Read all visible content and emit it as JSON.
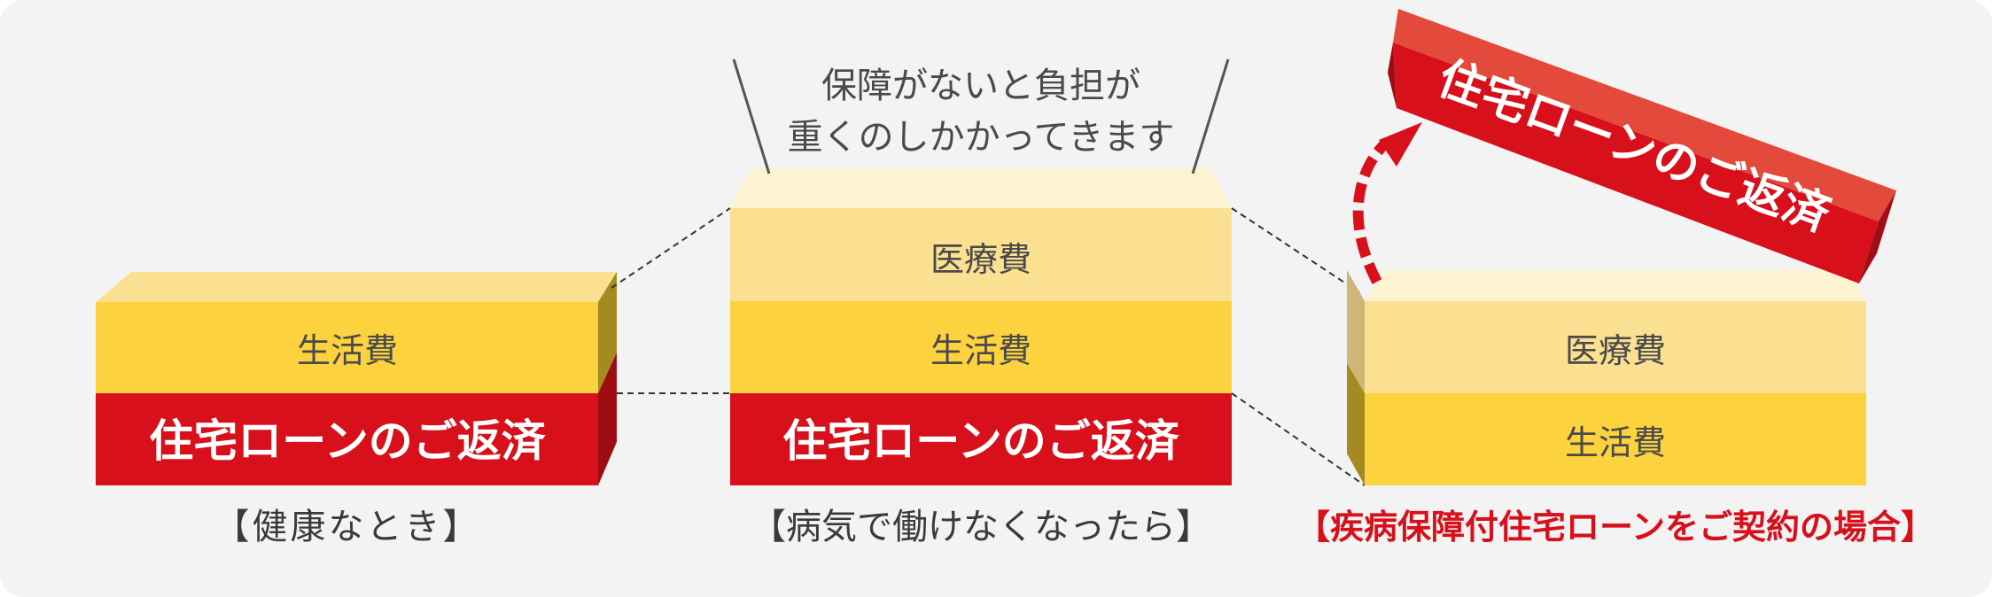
{
  "colors": {
    "background": "#f2f3f2",
    "yellow": "#fcd23e",
    "light_yellow": "#fbe092",
    "cream": "#fdf3d2",
    "red": "#d7101b",
    "red_light": "#e44a3c",
    "red_dark": "#9e0c13",
    "gold_side": "#a48a21",
    "text_dark": "#4a4a4a",
    "text_white": "#ffffff"
  },
  "labels": {
    "living": "生活費",
    "loan": "住宅ローンのご返済",
    "medical": "医療費"
  },
  "speech": {
    "line1": "保障がないと負担が",
    "line2": "重くのしかかってきます"
  },
  "captions": {
    "healthy": "【健康なとき】",
    "sick": "【病気で働けなくなったら】",
    "insured": "【疾病保障付住宅ローンをご契約の場合】"
  },
  "icons": {
    "arrow": "curved-arrow-up-icon"
  }
}
